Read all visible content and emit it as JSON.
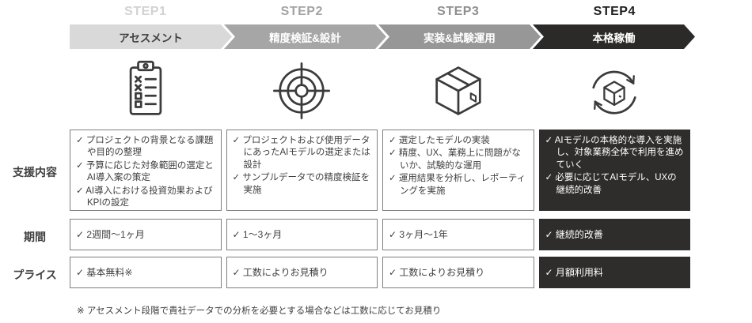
{
  "glyphs": {
    "check": "✓"
  },
  "colors": {
    "arrow1_fill": "#d9d9d9",
    "arrow2_fill": "#a6a6a6",
    "arrow3_fill": "#979797",
    "arrow4_fill": "#2b2a29",
    "dark_box": "#2e2d2b",
    "body_text": "#3f3f3f",
    "box_border": "#7f7f7f"
  },
  "steps": [
    {
      "step": "STEP1",
      "phase": "アセスメント",
      "icon": "clipboard-checklist"
    },
    {
      "step": "STEP2",
      "phase": "精度検証&設計",
      "icon": "target"
    },
    {
      "step": "STEP3",
      "phase": "実装&試験運用",
      "icon": "package-box"
    },
    {
      "step": "STEP4",
      "phase": "本格稼働",
      "icon": "deploy-cycle"
    }
  ],
  "rows": {
    "support": {
      "label": "支援内容",
      "cells": [
        {
          "items": [
            "プロジェクトの背景となる課題や目的の整理",
            "予算に応じた対象範囲の選定とAI導入案の策定",
            "AI導入における投資効果およびKPIの設定"
          ]
        },
        {
          "items": [
            "プロジェクトおよび使用データにあったAIモデルの選定または設計",
            "サンプルデータでの精度検証を実施"
          ]
        },
        {
          "items": [
            "選定したモデルの実装",
            "精度、UX、業務上に問題がないか、試験的な運用",
            "運用結果を分析し、レポーティングを実施"
          ]
        },
        {
          "items": [
            "AIモデルの本格的な導入を実施し、対象業務全体で利用を進めていく",
            "必要に応じてAIモデル、UXの継続的改善"
          ]
        }
      ]
    },
    "period": {
      "label": "期間",
      "cells": [
        {
          "items": [
            "2週間～1ヶ月"
          ]
        },
        {
          "items": [
            "1～3ヶ月"
          ]
        },
        {
          "items": [
            "3ヶ月～1年"
          ]
        },
        {
          "items": [
            "継続的改善"
          ]
        }
      ]
    },
    "price": {
      "label": "プライス",
      "cells": [
        {
          "items": [
            "基本無料※"
          ]
        },
        {
          "items": [
            "工数によりお見積り"
          ]
        },
        {
          "items": [
            "工数によりお見積り"
          ]
        },
        {
          "items": [
            "月額利用料"
          ]
        }
      ]
    }
  },
  "footnote": "※ アセスメント段階で貴社データでの分析を必要とする場合などは工数に応じてお見積り"
}
